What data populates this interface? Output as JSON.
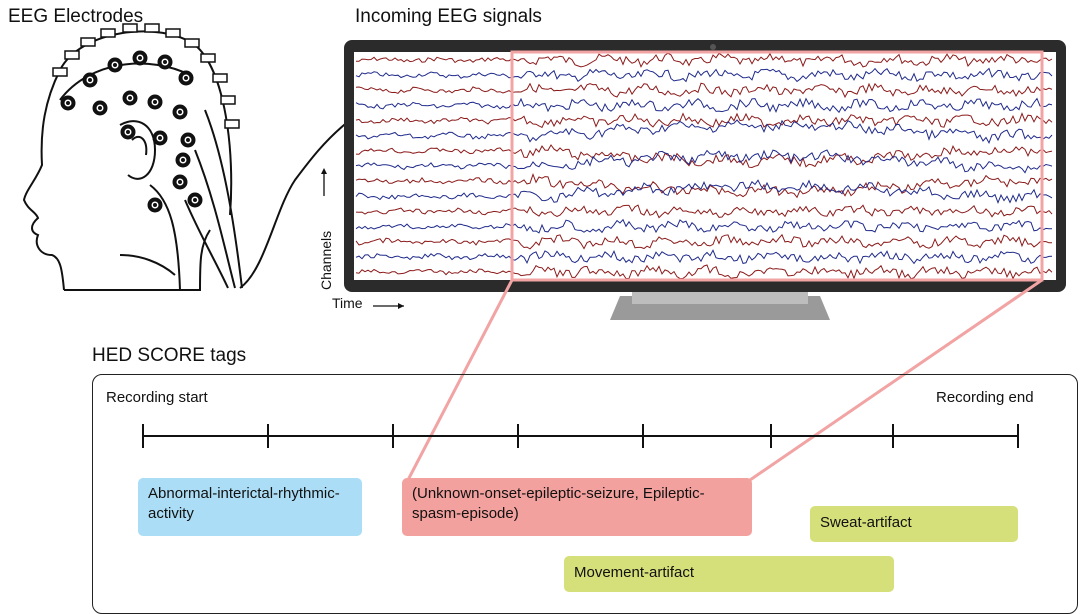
{
  "titles": {
    "electrodes": "EEG Electrodes",
    "signals": "Incoming EEG signals",
    "hed_tags": "HED SCORE tags"
  },
  "axes": {
    "time": "Time",
    "channels": "Channels"
  },
  "timeline": {
    "start_label": "Recording start",
    "end_label": "Recording end",
    "tick_count": 8
  },
  "tags": {
    "abnormal": "Abnormal-interictal-rhythmic-activity",
    "seizure": "(Unknown-onset-epileptic-seizure, Epileptic-spasm-episode)",
    "sweat": "Sweat-artifact",
    "movement": "Movement-artifact"
  },
  "colors": {
    "abnormal": "#abdef6",
    "seizure": "#f3a19e",
    "artifact": "#d6e07a",
    "highlight": "#f2a3a3",
    "signal_red": "#8b1a1a",
    "signal_blue": "#1f2a8a",
    "monitor": "#2b2b2b",
    "stand": "#9a9a9a"
  }
}
